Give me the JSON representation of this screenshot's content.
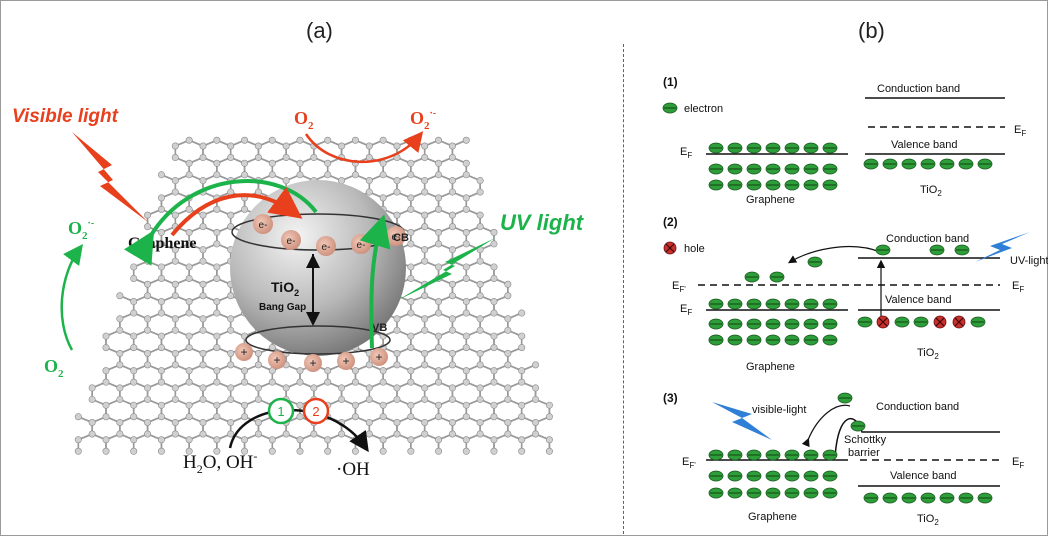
{
  "panel_a": {
    "label": "(a)",
    "visible_light": "Visible light",
    "uv_light": "UV light",
    "graphene": "Graphene",
    "o2": "O",
    "o2_sub": "2",
    "o2_rad": "O",
    "o2_rad_sub": "2",
    "o2_rad_sup": "·-",
    "cb": "CB",
    "vb": "VB",
    "tio": "TiO",
    "tio_sub": "2",
    "band_gap": "Bang Gap",
    "electron_sign": "e-",
    "hole_sign": "+",
    "circle_1": "1",
    "circle_2": "2",
    "water": "H",
    "water_sub": "2",
    "water_rest": "O, OH",
    "water_sup": "-",
    "oh_radical": "·OH"
  },
  "panel_b": {
    "label": "(b)",
    "s1": {
      "num": "(1)",
      "legend": "electron",
      "conduction": "Conduction band",
      "valence": "Valence band",
      "ef": "E",
      "ef_sub": "F",
      "graphene": "Graphene",
      "tio": "TiO",
      "tio_sub": "2"
    },
    "s2": {
      "num": "(2)",
      "legend": "hole",
      "conduction": "Conduction band",
      "valence": "Valence band",
      "uv": "UV-light",
      "ef_prime": "E",
      "ef_prime_sub": "F'",
      "ef": "E",
      "ef_sub": "F",
      "graphene": "Graphene",
      "tio": "TiO",
      "tio_sub": "2"
    },
    "s3": {
      "num": "(3)",
      "visible": "visible-light",
      "conduction": "Conduction band",
      "schottky_1": "Schottky",
      "schottky_2": "barrier",
      "valence": "Valence band",
      "ef_prime": "E",
      "ef_prime_sub": "F'",
      "ef": "E",
      "ef_sub": "F",
      "graphene": "Graphene",
      "tio": "TiO",
      "tio_sub": "2"
    }
  },
  "colors": {
    "electron_fill": "#2e9e3a",
    "hole_fill": "#c9302c",
    "visible_red": "#e8401c",
    "uv_green": "#1db34b",
    "lightning_blue": "#2f7fd6",
    "divider": "#3a6aa8"
  }
}
